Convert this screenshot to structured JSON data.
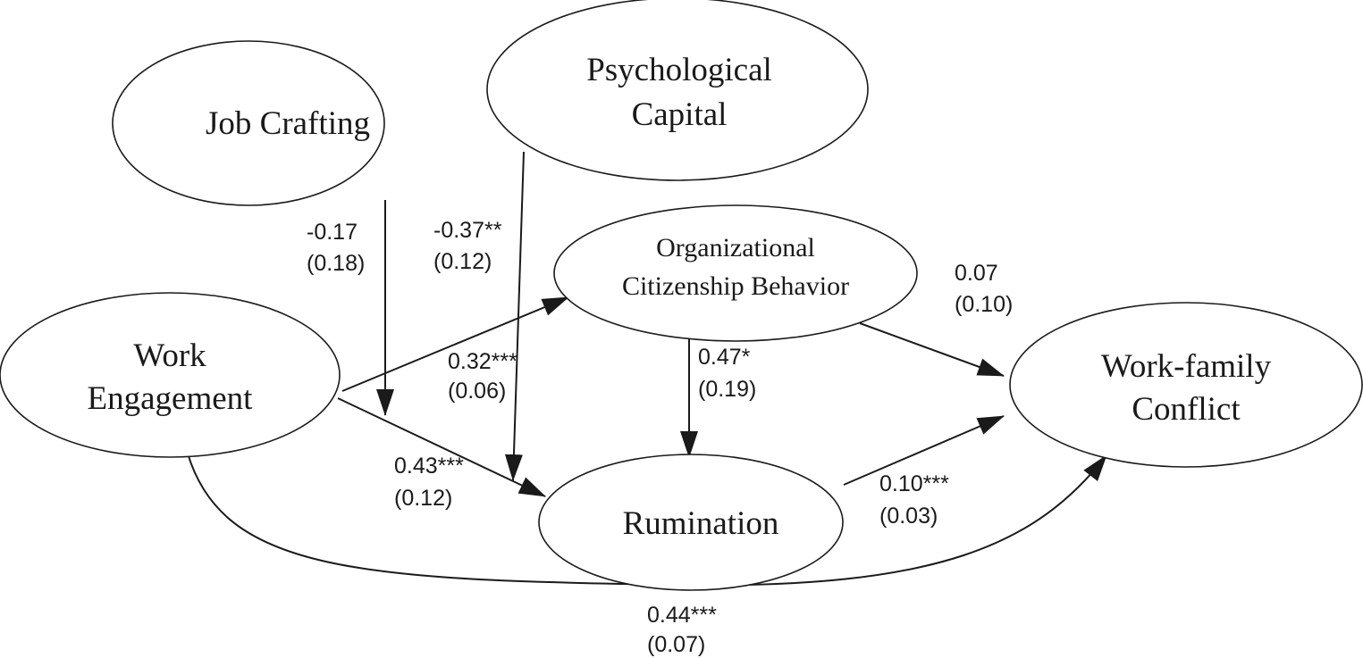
{
  "nodes": {
    "job_crafting": {
      "lines": [
        "Job Crafting"
      ]
    },
    "psychological_capital": {
      "lines": [
        "Psychological",
        "Capital"
      ]
    },
    "organizational_citizenship_behavior": {
      "lines": [
        "Organizational",
        "Citizenship Behavior"
      ]
    },
    "work_engagement": {
      "lines": [
        "Work",
        "Engagement"
      ]
    },
    "work_family_conflict": {
      "lines": [
        "Work-family",
        "Conflict"
      ]
    },
    "rumination": {
      "lines": [
        "Rumination"
      ]
    }
  },
  "paths": {
    "job_crafting_moderation": {
      "coefficient": "-0.17",
      "se": "(0.18)"
    },
    "psychological_capital_moderation": {
      "coefficient": "-0.37**",
      "se": "(0.12)"
    },
    "we_to_ocb": {
      "coefficient": "0.32***",
      "se": "(0.06)"
    },
    "we_to_rumination": {
      "coefficient": "0.43***",
      "se": "(0.12)"
    },
    "ocb_to_rumination": {
      "coefficient": "0.47*",
      "se": "(0.19)"
    },
    "ocb_to_wfc": {
      "coefficient": "0.07",
      "se": "(0.10)"
    },
    "rumination_to_wfc": {
      "coefficient": "0.10***",
      "se": "(0.03)"
    },
    "we_to_wfc": {
      "coefficient": "0.44***",
      "se": "(0.07)"
    }
  }
}
